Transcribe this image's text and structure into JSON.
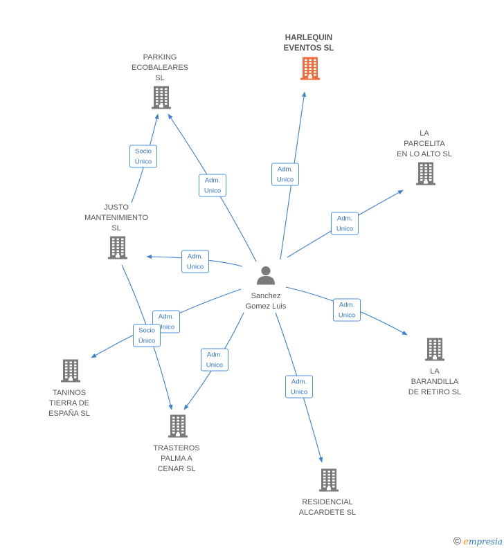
{
  "center": {
    "label": "Sanchez\nGomez Luis"
  },
  "companies": [
    {
      "id": "harlequin",
      "label": "HARLEQUIN\nEVENTOS  SL",
      "focus": true
    },
    {
      "id": "parking",
      "label": "PARKING\nECOBALEARES\nSL",
      "focus": false
    },
    {
      "id": "parcelita",
      "label": "LA\nPARCELITA\nEN LO ALTO  SL",
      "focus": false
    },
    {
      "id": "justo",
      "label": "JUSTO\nMANTENIMIENTO\nSL",
      "focus": false
    },
    {
      "id": "barandilla",
      "label": "LA\nBARANDILLA\nDE RETIRO  SL",
      "focus": false
    },
    {
      "id": "taninos",
      "label": "TANINOS\nTIERRA DE\nESPAÑA  SL",
      "focus": false
    },
    {
      "id": "trasteros",
      "label": "TRASTEROS\nPALMA A\nCENAR  SL",
      "focus": false
    },
    {
      "id": "residencial",
      "label": "RESIDENCIAL\nALCARDETE  SL",
      "focus": false
    }
  ],
  "relations": [
    {
      "from": "person",
      "to": "harlequin",
      "label": "Adm.\nUnico"
    },
    {
      "from": "person",
      "to": "parking",
      "label": "Adm.\nUnico"
    },
    {
      "from": "person",
      "to": "parcelita",
      "label": "Adm.\nUnico"
    },
    {
      "from": "person",
      "to": "justo",
      "label": "Adm.\nUnico"
    },
    {
      "from": "person",
      "to": "barandilla",
      "label": "Adm.\nUnico"
    },
    {
      "from": "person",
      "to": "taninos",
      "label": "Adm.\nUnico"
    },
    {
      "from": "person",
      "to": "trasteros",
      "label": "Adm.\nUnico"
    },
    {
      "from": "person",
      "to": "residencial",
      "label": "Adm.\nUnico"
    },
    {
      "from": "justo",
      "to": "parking",
      "label": "Socio\nÚnico"
    },
    {
      "from": "justo",
      "to": "trasteros",
      "label": "Socio\nÚnico"
    }
  ],
  "colors": {
    "edge": "#3d7fd1",
    "icon": "#7a7a7a",
    "focus_icon": "#f26b3a",
    "person": "#7a7a7a"
  },
  "footer": {
    "copyright": "©",
    "brand_e": "e",
    "brand_rest": "mpresia"
  }
}
